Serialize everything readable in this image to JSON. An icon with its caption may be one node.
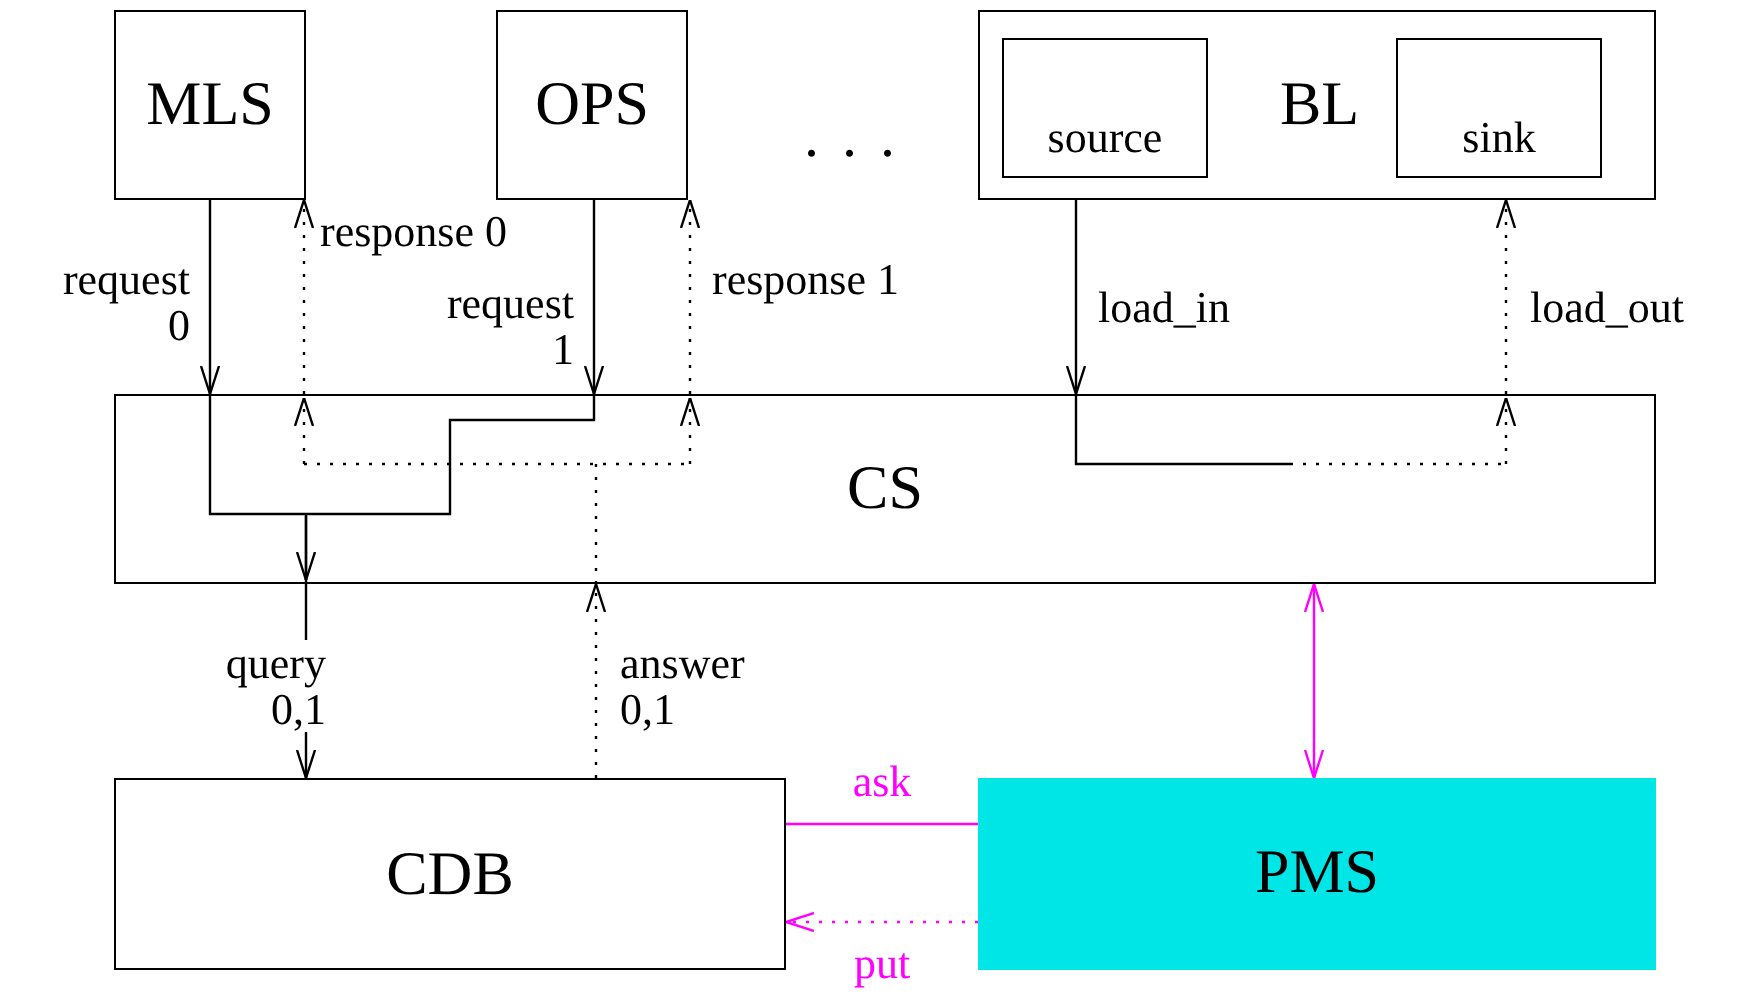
{
  "diagram": {
    "nodes": [
      {
        "text": [
          "MLS"
        ]
      },
      {
        "text": [
          "OPS"
        ]
      },
      {
        "text": [
          "BL"
        ]
      },
      {
        "text": [
          "source"
        ],
        "in": 2
      },
      {
        "text": [
          "sink"
        ],
        "in": 2
      },
      {
        "text": [
          "CS"
        ]
      },
      {
        "text": [
          "CDB"
        ]
      },
      {
        "text": [
          "PMS"
        ]
      }
    ],
    "edges": [
      {
        "from": 0,
        "to": 5,
        "arrow": "to",
        "label": "request 0"
      },
      {
        "from": 5,
        "to": 0,
        "arrow": "to",
        "label": "response 0",
        "style": "dashed"
      },
      {
        "from": 1,
        "to": 5,
        "arrow": "to",
        "label": "request 1"
      },
      {
        "from": 5,
        "to": 1,
        "arrow": "to",
        "label": "response 1",
        "style": "dashed"
      },
      {
        "from": 2,
        "to": 5,
        "arrow": "to",
        "label": "load_in"
      },
      {
        "from": 5,
        "to": 2,
        "arrow": "to",
        "label": "load_out",
        "style": "dashed"
      },
      {
        "from": 5,
        "to": 6,
        "arrow": "to",
        "label": "query 0,1"
      },
      {
        "from": 6,
        "to": 5,
        "arrow": "to",
        "label": "answer 0,1",
        "style": "dashed"
      },
      {
        "from": 5,
        "to": 7,
        "arrow": "both",
        "color": "#ff00ff"
      },
      {
        "from": 6,
        "to": 7,
        "arrow": "none",
        "label": "ask",
        "color": "#ff00ff"
      },
      {
        "from": 7,
        "to": 6,
        "arrow": "to",
        "label": "put",
        "style": "dashed",
        "color": "#ff00ff"
      }
    ],
    "labels": [
      ". . ."
    ]
  }
}
